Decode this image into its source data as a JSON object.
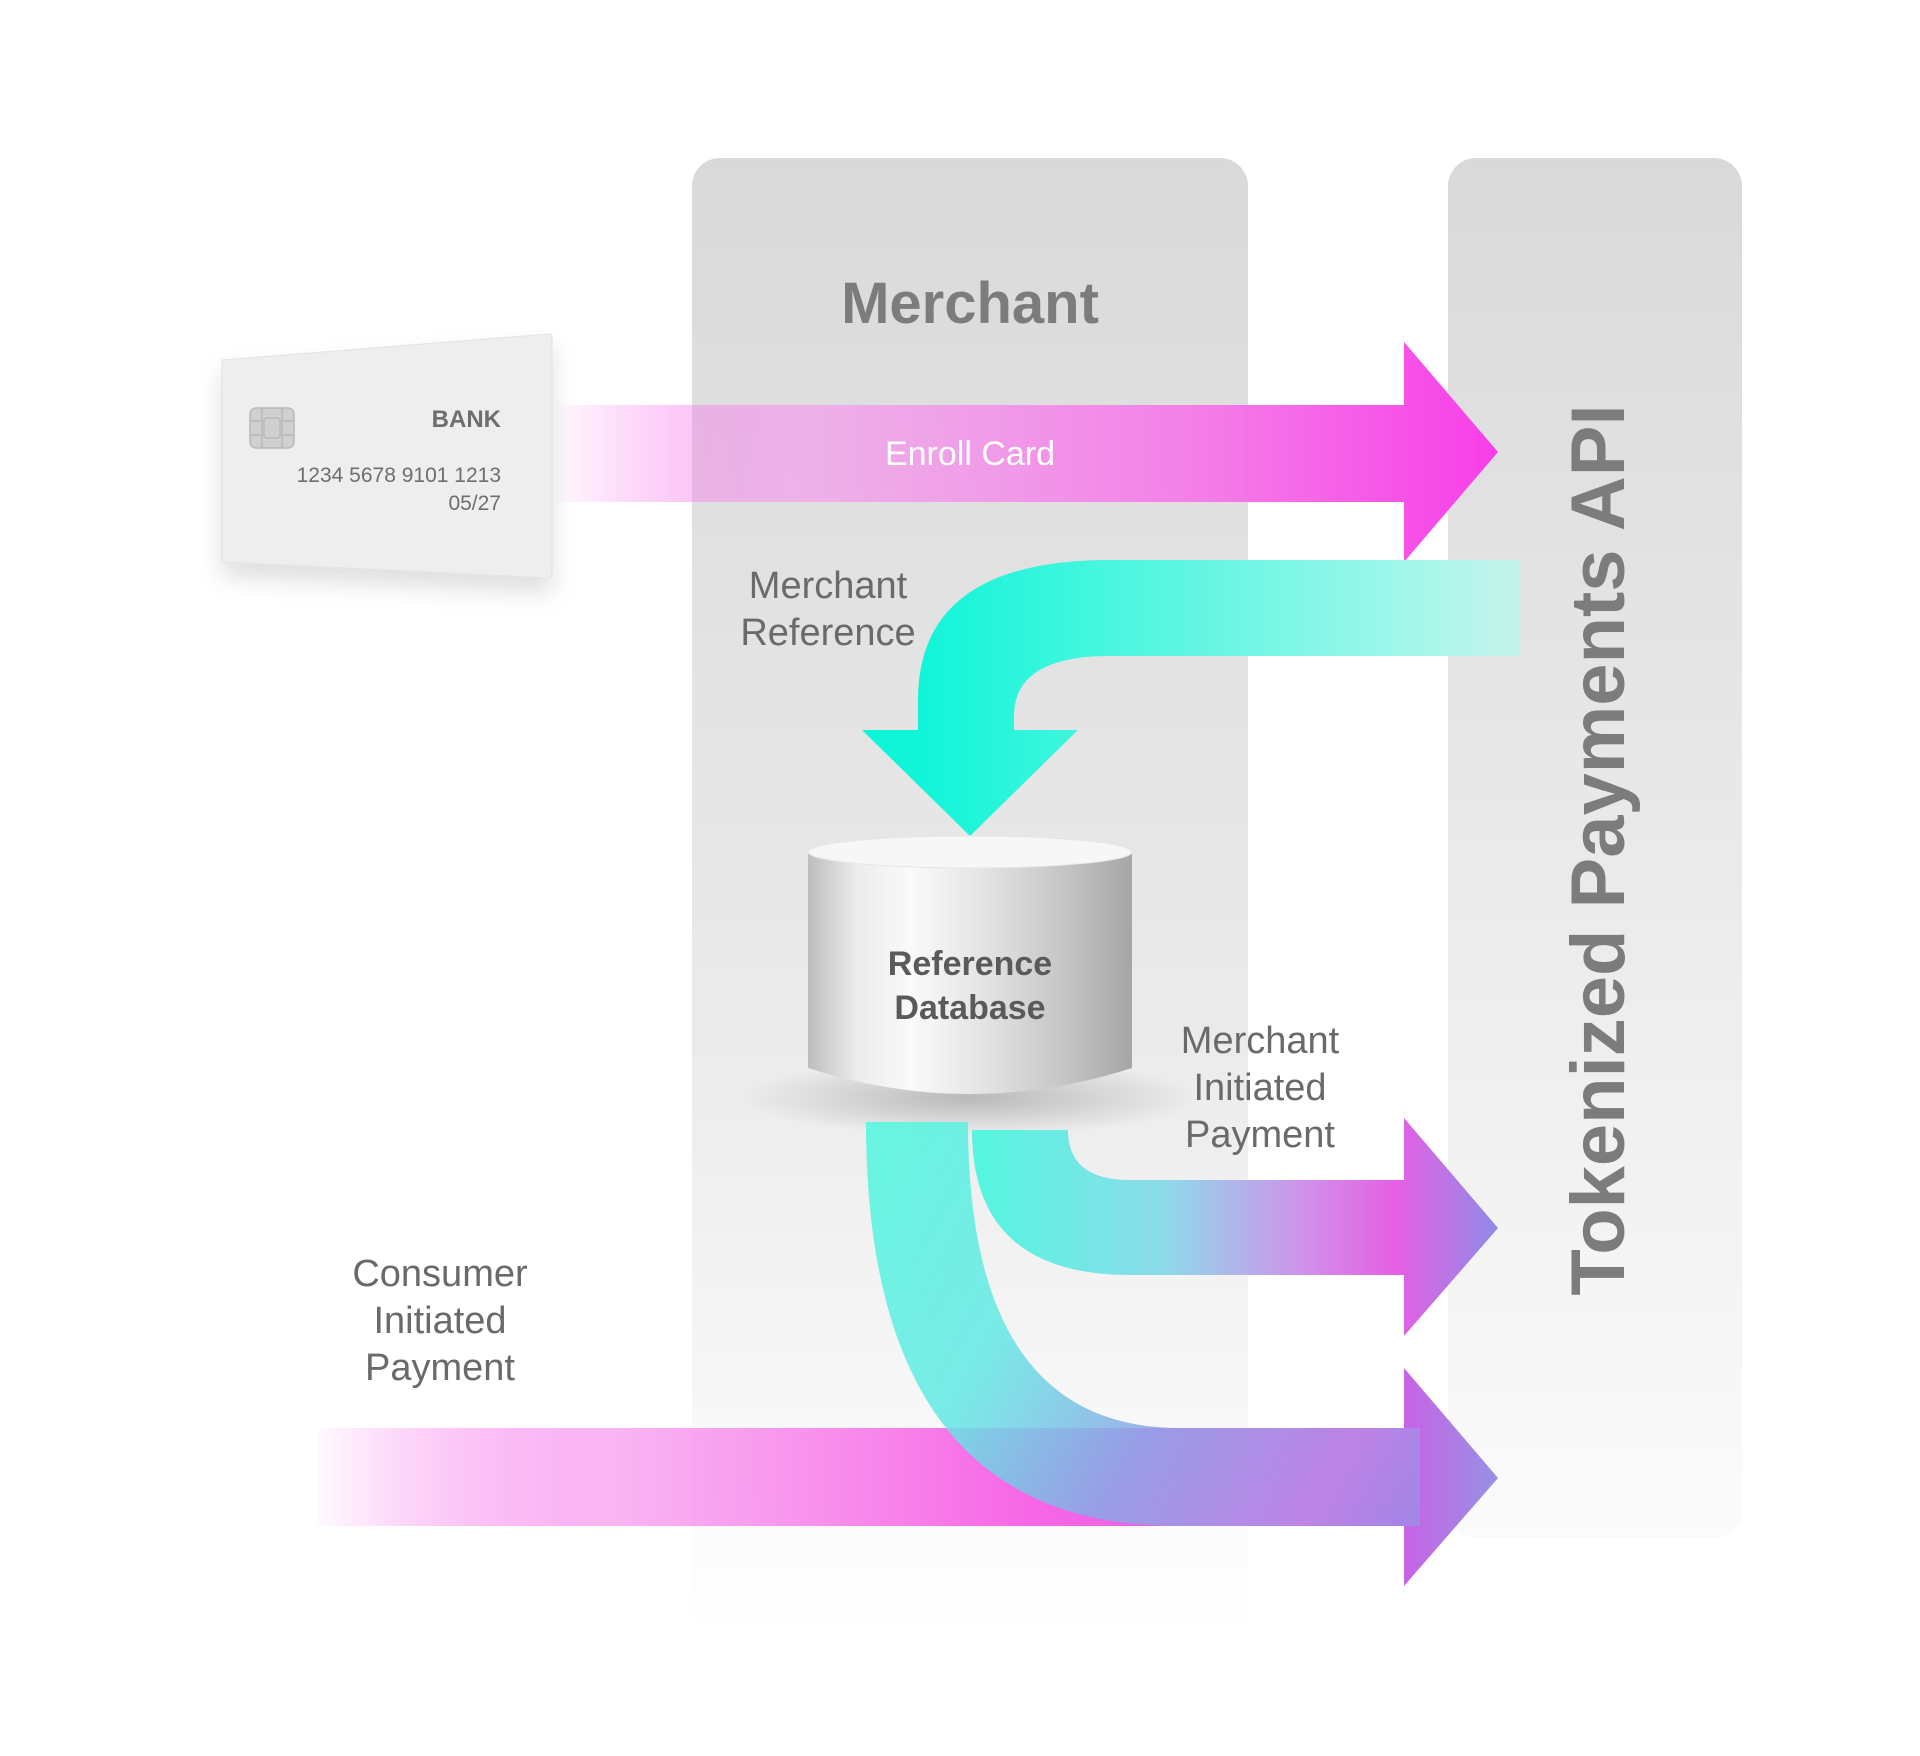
{
  "merchant": {
    "title": "Merchant"
  },
  "api": {
    "title": "Tokenized Payments API"
  },
  "card": {
    "bank": "BANK",
    "number": "1234 5678 9101 1213",
    "expiry": "05/27",
    "chip_icon": "chip-icon"
  },
  "flows": {
    "enroll": "Enroll Card",
    "merchant_reference": [
      "Merchant",
      "Reference"
    ],
    "merchant_initiated": [
      "Merchant",
      "Initiated",
      "Payment"
    ],
    "consumer_initiated": [
      "Consumer",
      "Initiated",
      "Payment"
    ]
  },
  "database": {
    "label": [
      "Reference",
      "Database"
    ],
    "icon": "database-icon"
  },
  "colors": {
    "magenta": "#f83ee8",
    "cyan": "#10f5d8",
    "column_gray": "#dadada",
    "text_gray": "#6a6a6a",
    "title_gray": "#7c7c7c",
    "purple": "#8c8ce6"
  }
}
